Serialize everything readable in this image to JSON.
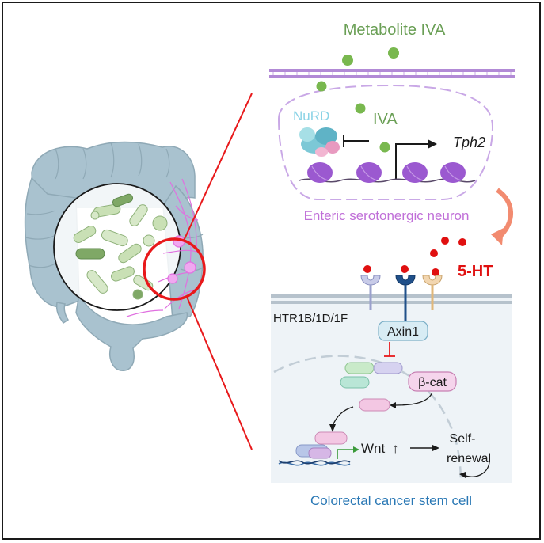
{
  "labels": {
    "metabolite": "Metabolite IVA",
    "nurd": "NuRD",
    "iva": "IVA",
    "tph2": "Tph2",
    "neuron": "Enteric serotonergic neuron",
    "serotonin": "5-HT",
    "receptors": "HTR1B/1D/1F",
    "axin1": "Axin1",
    "beta_catenin": "β-cat",
    "wnt": "Wnt",
    "wnt_arrow": "↑",
    "self_renewal_line1": "Self-",
    "self_renewal_line2": "renewal",
    "stem_cell": "Colorectal cancer stem cell"
  },
  "colors": {
    "intestine": "#a9c2cf",
    "microbe_green": "#7fa866",
    "pale_green": "#c9e0b5",
    "neuron_pink": "#e070e0",
    "magnify_red": "#e8191b",
    "membrane_purple": "#b28ad6",
    "nucleosome": "#9b59d0",
    "iva_green": "#79b84f",
    "label_green": "#6a9f55",
    "serotonin_red": "#e01010",
    "stem_label_blue": "#2a78b5",
    "cell_bg": "#eef3f7",
    "axin_box": "#d8ecf4",
    "bcat_box": "#f5d5ec"
  }
}
